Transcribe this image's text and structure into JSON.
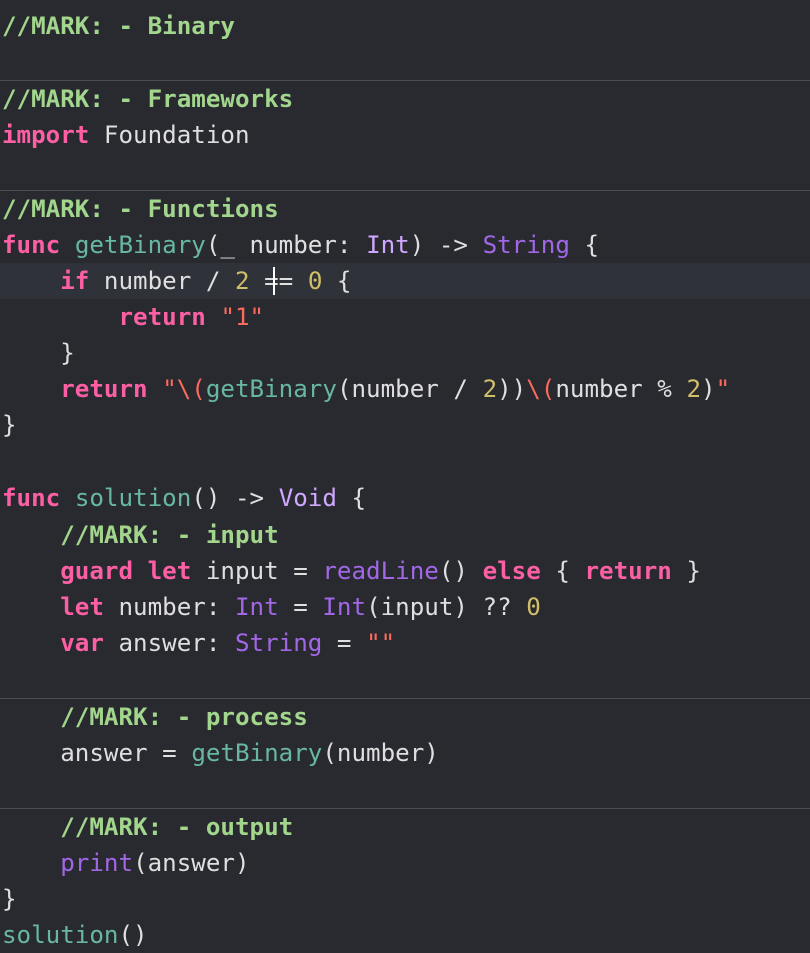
{
  "colors": {
    "background": "#292a30",
    "current_line": "#2f3239",
    "separator": "#4c4d53",
    "plain": "#dfdfe0",
    "keyword": "#fc5fa3",
    "function": "#67b7a4",
    "type": "#a167e6",
    "type_alt": "#d0a8ff",
    "number": "#d0bf69",
    "string": "#fc6a5d",
    "mark_comment": "#a3d68d"
  },
  "editor": {
    "language": "Swift",
    "current_line_index": 7,
    "lines": [
      [
        {
          "t": "//MARK: - ",
          "c": "mark"
        },
        {
          "t": "Binary",
          "c": "mark"
        }
      ],
      [],
      [
        {
          "t": "//MARK: - ",
          "c": "mark"
        },
        {
          "t": "Frameworks",
          "c": "mark"
        }
      ],
      [
        {
          "t": "import",
          "c": "kw"
        },
        {
          "t": " Foundation",
          "c": "pln"
        }
      ],
      [],
      [
        {
          "t": "//MARK: - ",
          "c": "mark"
        },
        {
          "t": "Functions",
          "c": "mark"
        }
      ],
      [
        {
          "t": "func",
          "c": "kw"
        },
        {
          "t": " ",
          "c": "pln"
        },
        {
          "t": "getBinary",
          "c": "fn"
        },
        {
          "t": "(_ number: ",
          "c": "pln"
        },
        {
          "t": "Int",
          "c": "ty2"
        },
        {
          "t": ") -> ",
          "c": "pln"
        },
        {
          "t": "String",
          "c": "ty"
        },
        {
          "t": " {",
          "c": "pln"
        }
      ],
      [
        {
          "t": "    ",
          "c": "pln"
        },
        {
          "t": "if",
          "c": "kw"
        },
        {
          "t": " number / ",
          "c": "pln"
        },
        {
          "t": "2",
          "c": "num"
        },
        {
          "t": " == ",
          "c": "pln"
        },
        {
          "t": "0",
          "c": "num"
        },
        {
          "t": " {",
          "c": "pln"
        }
      ],
      [
        {
          "t": "        ",
          "c": "pln"
        },
        {
          "t": "return",
          "c": "kw"
        },
        {
          "t": " ",
          "c": "pln"
        },
        {
          "t": "\"1\"",
          "c": "str"
        }
      ],
      [
        {
          "t": "    }",
          "c": "pln"
        }
      ],
      [
        {
          "t": "    ",
          "c": "pln"
        },
        {
          "t": "return",
          "c": "kw"
        },
        {
          "t": " ",
          "c": "pln"
        },
        {
          "t": "\"\\(",
          "c": "str"
        },
        {
          "t": "getBinary",
          "c": "fn"
        },
        {
          "t": "(number / ",
          "c": "pln"
        },
        {
          "t": "2",
          "c": "num"
        },
        {
          "t": "))",
          "c": "pln"
        },
        {
          "t": "\\(",
          "c": "str"
        },
        {
          "t": "number % ",
          "c": "pln"
        },
        {
          "t": "2",
          "c": "num"
        },
        {
          "t": ")",
          "c": "pln"
        },
        {
          "t": "\"",
          "c": "str"
        }
      ],
      [
        {
          "t": "}",
          "c": "pln"
        }
      ],
      [],
      [
        {
          "t": "func",
          "c": "kw"
        },
        {
          "t": " ",
          "c": "pln"
        },
        {
          "t": "solution",
          "c": "fn"
        },
        {
          "t": "() -> ",
          "c": "pln"
        },
        {
          "t": "Void",
          "c": "ty2"
        },
        {
          "t": " {",
          "c": "pln"
        }
      ],
      [
        {
          "t": "    ",
          "c": "pln"
        },
        {
          "t": "//MARK: - ",
          "c": "mark"
        },
        {
          "t": "input",
          "c": "mark"
        }
      ],
      [
        {
          "t": "    ",
          "c": "pln"
        },
        {
          "t": "guard",
          "c": "kw"
        },
        {
          "t": " ",
          "c": "pln"
        },
        {
          "t": "let",
          "c": "kw"
        },
        {
          "t": " input = ",
          "c": "pln"
        },
        {
          "t": "readLine",
          "c": "ty"
        },
        {
          "t": "() ",
          "c": "pln"
        },
        {
          "t": "else",
          "c": "kw"
        },
        {
          "t": " { ",
          "c": "pln"
        },
        {
          "t": "return",
          "c": "kw"
        },
        {
          "t": " }",
          "c": "pln"
        }
      ],
      [
        {
          "t": "    ",
          "c": "pln"
        },
        {
          "t": "let",
          "c": "kw"
        },
        {
          "t": " number: ",
          "c": "pln"
        },
        {
          "t": "Int",
          "c": "ty"
        },
        {
          "t": " = ",
          "c": "pln"
        },
        {
          "t": "Int",
          "c": "ty"
        },
        {
          "t": "(input) ?? ",
          "c": "pln"
        },
        {
          "t": "0",
          "c": "num"
        }
      ],
      [
        {
          "t": "    ",
          "c": "pln"
        },
        {
          "t": "var",
          "c": "kw"
        },
        {
          "t": " answer: ",
          "c": "pln"
        },
        {
          "t": "String",
          "c": "ty"
        },
        {
          "t": " = ",
          "c": "pln"
        },
        {
          "t": "\"\"",
          "c": "str"
        }
      ],
      [],
      [
        {
          "t": "    ",
          "c": "pln"
        },
        {
          "t": "//MARK: - ",
          "c": "mark"
        },
        {
          "t": "process",
          "c": "mark"
        }
      ],
      [
        {
          "t": "    answer = ",
          "c": "pln"
        },
        {
          "t": "getBinary",
          "c": "fn"
        },
        {
          "t": "(number)",
          "c": "pln"
        }
      ],
      [],
      [
        {
          "t": "    ",
          "c": "pln"
        },
        {
          "t": "//MARK: - ",
          "c": "mark"
        },
        {
          "t": "output",
          "c": "mark"
        }
      ],
      [
        {
          "t": "    ",
          "c": "pln"
        },
        {
          "t": "print",
          "c": "ty"
        },
        {
          "t": "(answer)",
          "c": "pln"
        }
      ],
      [
        {
          "t": "}",
          "c": "pln"
        }
      ],
      [
        {
          "t": "solution",
          "c": "fn"
        },
        {
          "t": "()",
          "c": "pln"
        }
      ]
    ]
  }
}
